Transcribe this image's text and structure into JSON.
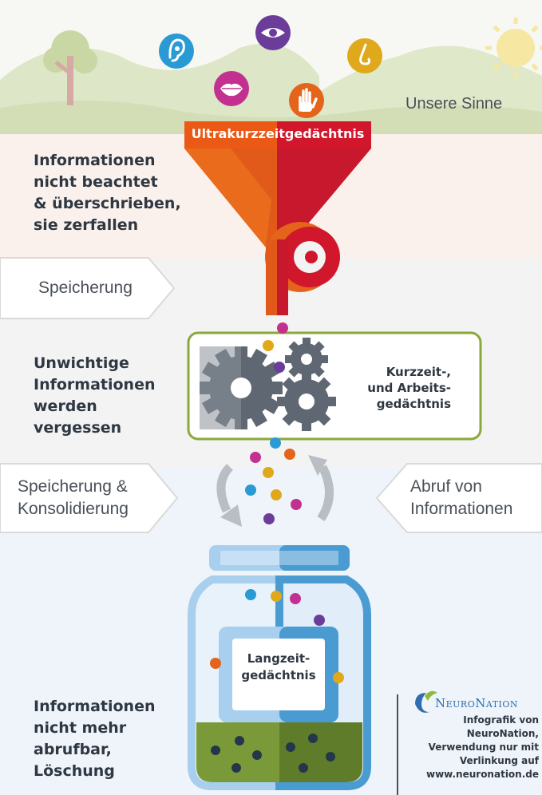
{
  "labels": {
    "senses": "Unsere Sinne",
    "ultra": "Ultrakurzzeitgedächtnis",
    "ignored": [
      "Informationen",
      "nicht beachtet",
      "& überschrieben,",
      "sie zerfallen"
    ],
    "storage": "Speicherung",
    "forgotten": [
      "Unwichtige",
      "Informationen",
      "werden",
      "vergessen"
    ],
    "short_term": [
      "Kurzzeit-,",
      "und Arbeits-",
      "gedächtnis"
    ],
    "consolidation": [
      "Speicherung &",
      "Konsolidierung"
    ],
    "retrieval": [
      "Abruf von",
      "Informationen"
    ],
    "long_term": [
      "Langzeit-",
      "gedächtnis"
    ],
    "deleted": [
      "Informationen",
      "nicht mehr",
      "abrufbar,",
      "Löschung"
    ]
  },
  "brand": {
    "name": "NeuroNation",
    "credit": [
      "Infografik von",
      "NeuroNation,",
      "Verwendung nur mit",
      "Verlinkung auf",
      "www.neuronation.de"
    ]
  },
  "colors": {
    "funnel_left": "#ea5a16",
    "funnel_right": "#d0172c",
    "gear": "#5f6872",
    "box_border": "#8ba83c",
    "jar": "#4b9bd3",
    "jar_light": "#a9cfee",
    "soil": "#6e8a32",
    "brand_green": "#8fb93a",
    "brand_blue": "#2d6db0"
  },
  "icons": [
    "ear-icon",
    "lips-icon",
    "eye-icon",
    "hand-icon",
    "nose-icon",
    "sun-icon",
    "tree-icon",
    "gear-icon",
    "cycle-arrow-icon",
    "jar-icon",
    "neuronation-logo-icon"
  ]
}
